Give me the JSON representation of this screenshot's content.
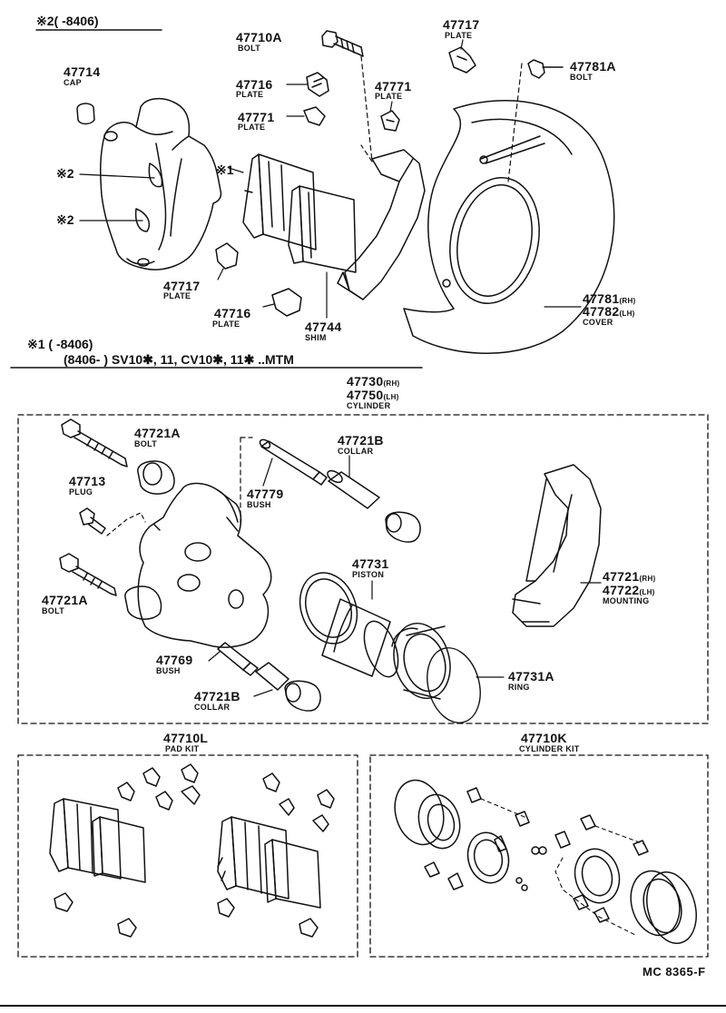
{
  "figure_code": "MC 8365-F",
  "notes": {
    "note2_header": "※2(      -8406)",
    "note1_line1": "※1  (      -8406)",
    "note1_line2": "(8406-       ) SV10✱, 11, CV10✱, 11✱ ..MTM",
    "ref1": "※1",
    "ref2a": "※2",
    "ref2b": "※2"
  },
  "parts": {
    "p47714": {
      "no": "47714",
      "name": "CAP"
    },
    "p47710A": {
      "no": "47710A",
      "name": "BOLT"
    },
    "p47716a": {
      "no": "47716",
      "name": "PLATE"
    },
    "p47771a": {
      "no": "47771",
      "name": "PLATE"
    },
    "p47771b": {
      "no": "47771",
      "name": "PLATE"
    },
    "p47717a": {
      "no": "47717",
      "name": "PLATE"
    },
    "p47781A": {
      "no": "47781A",
      "name": "BOLT"
    },
    "p47717b": {
      "no": "47717",
      "name": "PLATE"
    },
    "p47716b": {
      "no": "47716",
      "name": "PLATE"
    },
    "p47744": {
      "no": "47744",
      "name": "SHIM"
    },
    "p47781": {
      "no1": "47781",
      "sfx1": "(RH)",
      "no2": "47782",
      "sfx2": "(LH)",
      "name": "COVER"
    },
    "p47730": {
      "no1": "47730",
      "sfx1": "(RH)",
      "no2": "47750",
      "sfx2": "(LH)",
      "name": "CYLINDER"
    },
    "p47721Aa": {
      "no": "47721A",
      "name": "BOLT"
    },
    "p47713": {
      "no": "47713",
      "name": "PLUG"
    },
    "p47779": {
      "no": "47779",
      "name": "BUSH"
    },
    "p47721Ba": {
      "no": "47721B",
      "name": "COLLAR"
    },
    "p47731": {
      "no": "47731",
      "name": "PISTON"
    },
    "p47721": {
      "no1": "47721",
      "sfx1": "(RH)",
      "no2": "47722",
      "sfx2": "(LH)",
      "name": "MOUNTING"
    },
    "p47721Ab": {
      "no": "47721A",
      "name": "BOLT"
    },
    "p47769": {
      "no": "47769",
      "name": "BUSH"
    },
    "p47721Bb": {
      "no": "47721B",
      "name": "COLLAR"
    },
    "p47731A": {
      "no": "47731A",
      "name": "RING"
    },
    "p47710L": {
      "no": "47710L",
      "name": "PAD KIT"
    },
    "p47710K": {
      "no": "47710K",
      "name": "CYLINDER KIT"
    }
  }
}
